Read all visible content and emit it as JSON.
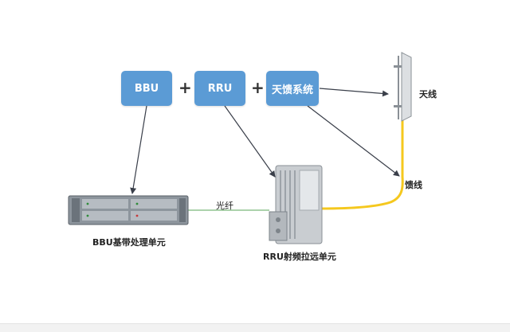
{
  "boxes": {
    "bbu": "BBU",
    "rru": "RRU",
    "feeder_system": "天馈系统"
  },
  "plus_sign": "+",
  "labels": {
    "antenna": "天线",
    "feeder": "馈线",
    "fiber": "光纤",
    "bbu_unit": "BBU基带处理单元",
    "rru_unit": "RRU射频拉远单元"
  },
  "colors": {
    "box_fill": "#5b9bd5",
    "arrow": "#3a3f4a",
    "fiber_line": "#7ab87a",
    "feeder_cable": "#f5c81e"
  }
}
